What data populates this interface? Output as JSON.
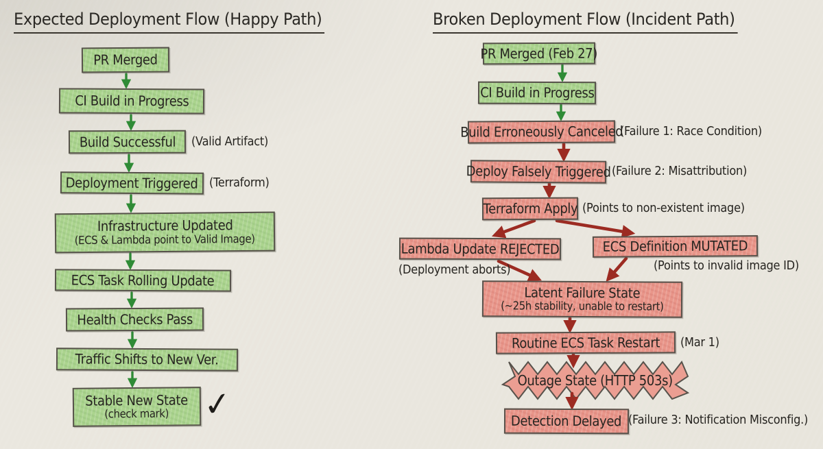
{
  "colors": {
    "paper": "#e8e5dc",
    "ink": "#262420",
    "pencil": "#57524b",
    "green_fill": "#abd48e",
    "red_fill": "#e9968a",
    "burst_fill": "#eb9e92",
    "green_arrow": "#2f8b36",
    "red_arrow": "#9c2b22"
  },
  "left_flow": {
    "title": "Expected Deployment Flow (Happy Path)",
    "nodes": [
      {
        "label": "PR Merged"
      },
      {
        "label": "CI Build in Progress"
      },
      {
        "label": "Build Successful",
        "annotation": "(Valid Artifact)"
      },
      {
        "label": "Deployment Triggered",
        "annotation": "(Terraform)"
      },
      {
        "label": "Infrastructure Updated",
        "sublabel": "(ECS & Lambda point to Valid Image)"
      },
      {
        "label": "ECS Task Rolling Update"
      },
      {
        "label": "Health Checks Pass"
      },
      {
        "label": "Traffic Shifts to New Ver."
      },
      {
        "label": "Stable New State",
        "sublabel": "(check mark)",
        "marker": "✓"
      }
    ]
  },
  "right_flow": {
    "title": "Broken Deployment Flow (Incident Path)",
    "nodes": [
      {
        "label": "PR Merged (Feb 27)",
        "variant": "green"
      },
      {
        "label": "CI Build in Progress",
        "variant": "green"
      },
      {
        "label": "Build Erroneously Canceled",
        "variant": "red",
        "annotation": "(Failure 1: Race Condition)"
      },
      {
        "label": "Deploy Falsely Triggered",
        "variant": "red",
        "annotation": "(Failure 2: Misattribution)"
      },
      {
        "label": "Terraform Apply",
        "variant": "red",
        "annotation": "(Points to non-existent image)"
      },
      {
        "label": "Lambda Update REJECTED",
        "variant": "red",
        "annotation": "(Deployment aborts)"
      },
      {
        "label": "ECS Definition MUTATED",
        "variant": "red",
        "annotation": "(Points to invalid image ID)"
      },
      {
        "label": "Latent Failure State",
        "sublabel": "(~25h stability, unable to restart)",
        "variant": "red"
      },
      {
        "label": "Routine ECS Task Restart",
        "variant": "red",
        "annotation": "(Mar 1)"
      },
      {
        "label": "Outage State (HTTP 503s)",
        "variant": "red",
        "shape": "burst"
      },
      {
        "label": "Detection Delayed",
        "variant": "red",
        "annotation": "(Failure 3: Notification Misconfig.)"
      }
    ]
  }
}
